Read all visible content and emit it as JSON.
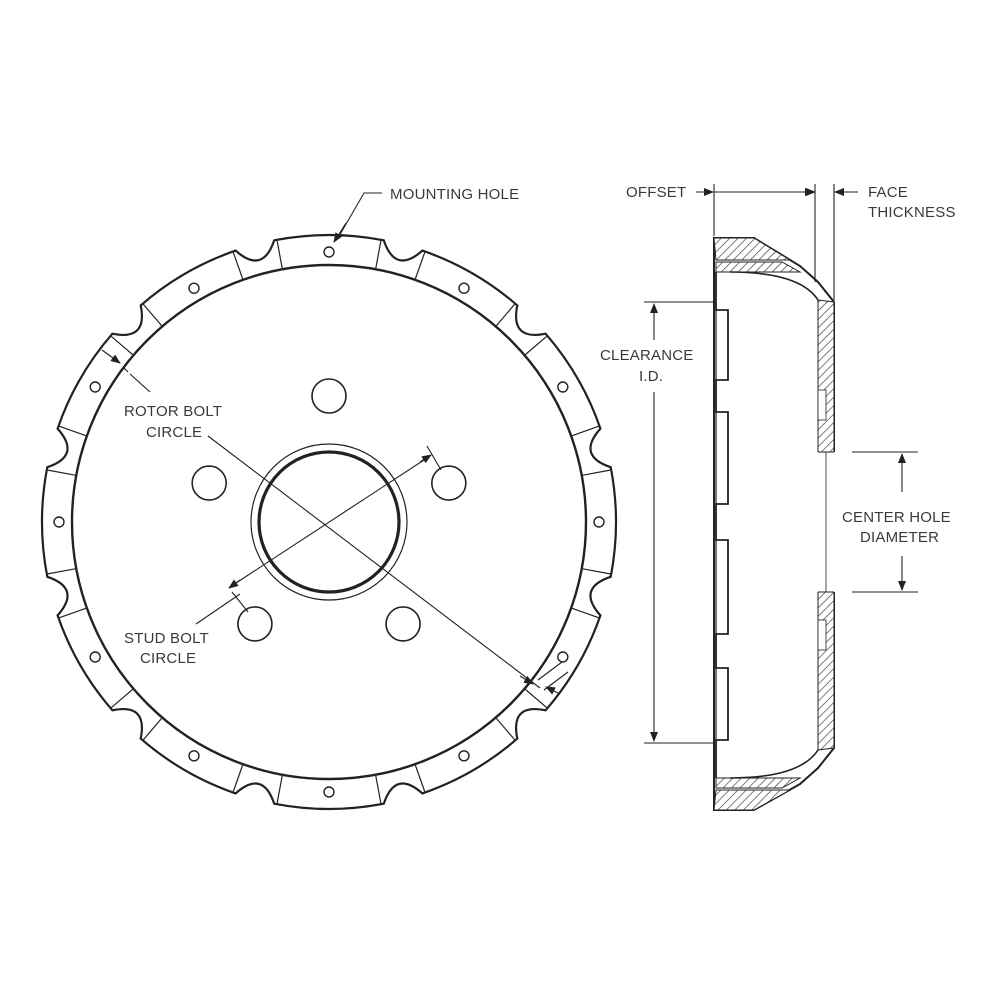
{
  "labels": {
    "mounting_hole": "MOUNTING HOLE",
    "rotor_bolt_circle_1": "ROTOR BOLT",
    "rotor_bolt_circle_2": "CIRCLE",
    "stud_bolt_circle_1": "STUD BOLT",
    "stud_bolt_circle_2": "CIRCLE",
    "offset": "OFFSET",
    "face_thickness_1": "FACE",
    "face_thickness_2": "THICKNESS",
    "clearance_id_1": "CLEARANCE",
    "clearance_id_2": "I.D.",
    "center_hole_diameter_1": "CENTER HOLE",
    "center_hole_diameter_2": "DIAMETER"
  },
  "counts": {
    "mounting_holes": 12,
    "stud_holes": 5
  },
  "colors": {
    "line": "#222222",
    "text": "#3a3a3a",
    "background": "#ffffff"
  }
}
